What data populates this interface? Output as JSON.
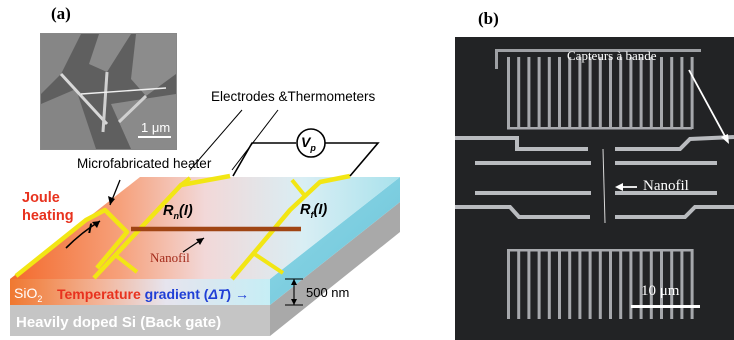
{
  "figure": {
    "panel_a": {
      "label": "(a)",
      "inset_scale": "1 μm",
      "annotations": {
        "electrodes": "Electrodes &Thermometers",
        "heater": "Microfabricated heater",
        "joule_line1": "Joule",
        "joule_line2": "heating",
        "current": "I",
        "voltage_main": "V",
        "voltage_sub": "p",
        "rn_main": "R",
        "rn_sub": "n",
        "rn_arg": "(I)",
        "rf_main": "R",
        "rf_sub": "f",
        "rf_arg": "(I)",
        "nanowire": "Nanofil",
        "thickness": "500 nm"
      },
      "layers": {
        "sio2_main": "SiO",
        "sio2_sub": "2",
        "gradient_red": "Temperature",
        "gradient_blue": "gradient (",
        "gradient_delta": "ΔT",
        "gradient_end": ") →",
        "substrate": "Heavily doped Si (Back gate)"
      },
      "colors": {
        "hot": "#f05a1e",
        "cold": "#aee3ee",
        "electrode": "#f0e60f",
        "nanowire": "#a04514",
        "joule_text": "#e8321e",
        "substrate": "#c4c4c4"
      }
    },
    "panel_b": {
      "label": "(b)",
      "sensor_label": "Capteurs à bande",
      "nanowire_label": "Nanofil",
      "scale": "10 μm"
    }
  }
}
